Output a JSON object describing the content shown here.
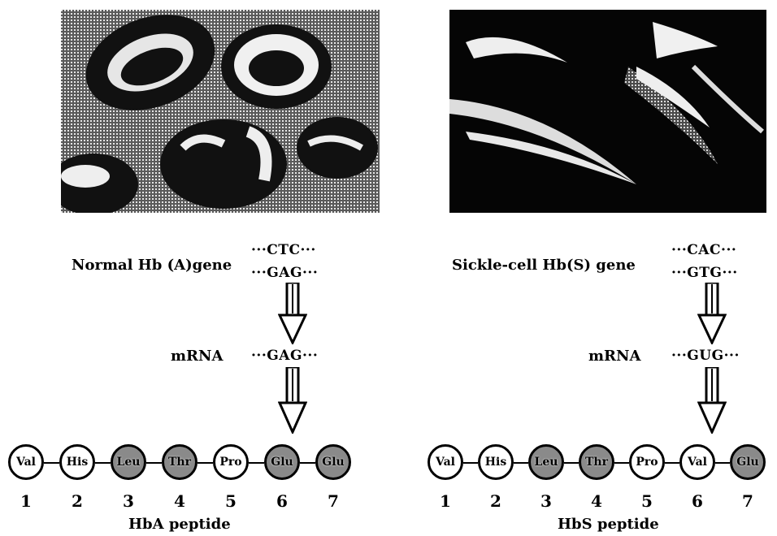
{
  "normal": {
    "gene_label": "Normal Hb (A)gene",
    "dna_top": "CTC",
    "dna_bottom": "GAG",
    "mrna_label": "mRNA",
    "mrna_codon": "GAG",
    "residues": [
      {
        "name": "Val",
        "num": "1",
        "dark": false
      },
      {
        "name": "His",
        "num": "2",
        "dark": false
      },
      {
        "name": "Leu",
        "num": "3",
        "dark": true
      },
      {
        "name": "Thr",
        "num": "4",
        "dark": true
      },
      {
        "name": "Pro",
        "num": "5",
        "dark": false
      },
      {
        "name": "Glu",
        "num": "6",
        "dark": true
      },
      {
        "name": "Glu",
        "num": "7",
        "dark": true
      }
    ],
    "caption": "HbA peptide"
  },
  "sickle": {
    "gene_label": "Sickle-cell Hb(S) gene",
    "dna_top": "CAC",
    "dna_bottom": "GTG",
    "mrna_label": "mRNA",
    "mrna_codon": "GUG",
    "residues": [
      {
        "name": "Val",
        "num": "1",
        "dark": false
      },
      {
        "name": "His",
        "num": "2",
        "dark": false
      },
      {
        "name": "Leu",
        "num": "3",
        "dark": true
      },
      {
        "name": "Thr",
        "num": "4",
        "dark": true
      },
      {
        "name": "Pro",
        "num": "5",
        "dark": false
      },
      {
        "name": "Val",
        "num": "6",
        "dark": false
      },
      {
        "name": "Glu",
        "num": "7",
        "dark": true
      }
    ],
    "caption": "HbS peptide"
  },
  "dots": "···"
}
